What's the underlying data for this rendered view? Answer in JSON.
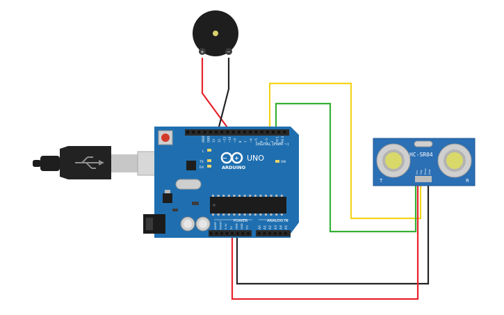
{
  "colors": {
    "board": "#1f6fb0",
    "board_dark": "#164f80",
    "header_black": "#2a2a2a",
    "wire_red": "#e8212a",
    "wire_black": "#222222",
    "wire_yellow": "#f5d31c",
    "wire_green": "#35b034",
    "sensor_board": "#2b6fb4",
    "transducer_ring": "#bcbcbc",
    "transducer_core": "#d9d96a"
  },
  "arduino": {
    "brand": "ARDUINO",
    "model": "UNO",
    "digital_label": "DIGITAL (PWM ~)",
    "power_label": "POWER",
    "analog_label": "ANALOG IN",
    "on_label": "ON",
    "l_label": "L",
    "tx_label": "TX",
    "rx_label": "RX",
    "top_pin_labels": [
      "AREF",
      "GND",
      "13",
      "12",
      "~11",
      "~10",
      "~9",
      "8",
      "7",
      "~6",
      "~5",
      "4",
      "~3",
      "2",
      "TX 1",
      "RX 0"
    ],
    "power_pin_labels": [
      "IOREF",
      "RESET",
      "3.3V",
      "5V",
      "GND",
      "GND",
      "Vin"
    ],
    "analog_pin_labels": [
      "A0",
      "A1",
      "A2",
      "A3",
      "A4",
      "A5"
    ]
  },
  "buzzer": {
    "plus_label": "+",
    "minus_label": "−"
  },
  "sensor": {
    "model": "HC-SR04",
    "left_mark": "T",
    "right_mark": "R",
    "pin_labels": [
      "Vcc",
      "Trig",
      "Echo",
      "Gnd"
    ]
  },
  "icons": {
    "usb": "usb-icon"
  }
}
